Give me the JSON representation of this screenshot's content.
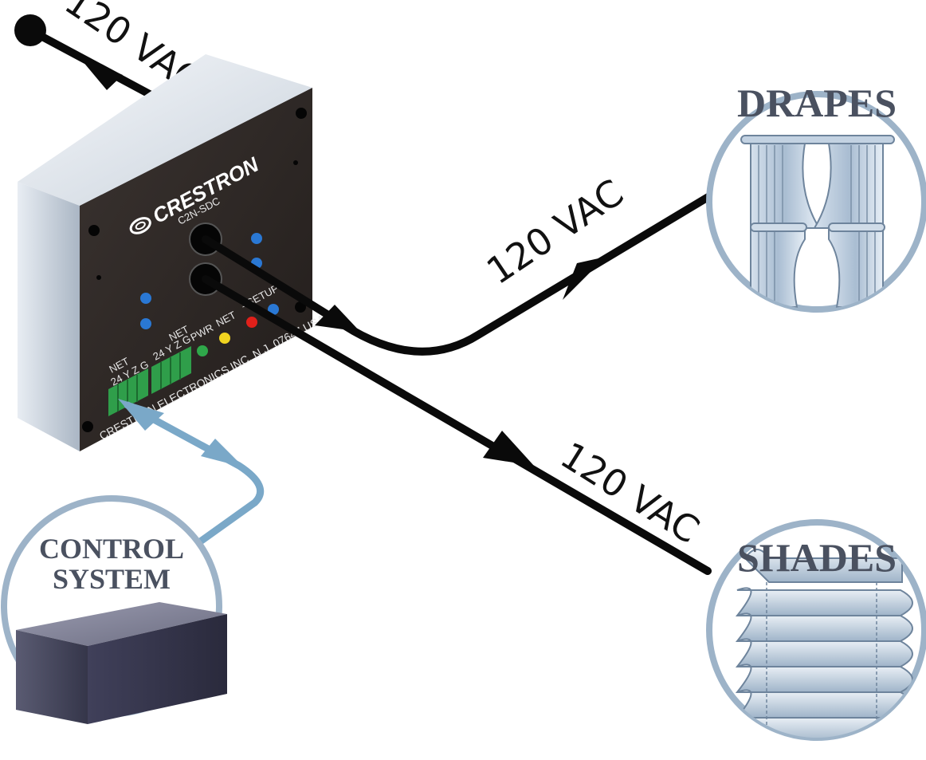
{
  "device": {
    "brand": "CRESTRON",
    "model": "C2N-SDC",
    "address": "CRESTRON ELECTRONICS INC. N.J. 07647 USA",
    "net_label_left": "NET",
    "pins_left": "24 Y Z G",
    "net_label_right": "NET",
    "pins_right": "24 Y Z G",
    "pwr_label": "PWR",
    "net_led_label": "NET",
    "setup_label": "–SETUP–"
  },
  "wires": {
    "input_label": "120 VAC",
    "drapes_label": "120 VAC",
    "shades_label": "120 VAC"
  },
  "drapes": {
    "title": "Drapes"
  },
  "shades": {
    "title": "Shades"
  },
  "control": {
    "title_line1": "Control",
    "title_line2": "System"
  },
  "colors": {
    "wire": "#0a0a0a",
    "network_link": "#7aa8c8",
    "circle_ring": "#9db3c8",
    "title_text": "#4a5160",
    "panel": "#2b2523",
    "led_blue": "#2a78d4",
    "led_green": "#2fa84a",
    "led_yellow": "#f1d420",
    "led_red": "#e0201a",
    "terminal_green": "#2f9e4a"
  }
}
